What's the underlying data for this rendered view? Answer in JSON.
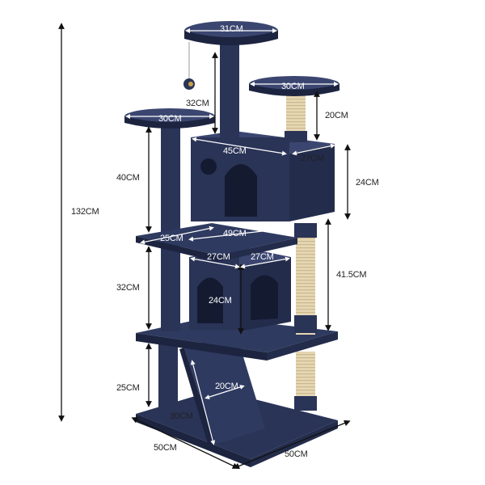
{
  "colors": {
    "fabric": "#2a3457",
    "fabric_dark": "#1c2440",
    "fabric_light": "#3b4670",
    "sisal": "#e6d7b4",
    "sisal_stripe": "#cbb88d",
    "arrow": "#111111"
  },
  "dimensions": {
    "total_height": "132CM",
    "top_perch_width": "31CM",
    "top_post_height": "32CM",
    "right_perch_width": "30CM",
    "right_post_height": "20CM",
    "left_perch_width": "30CM",
    "left_post_height": "40CM",
    "upper_condo_width": "45CM",
    "upper_condo_depth": "27CM",
    "upper_condo_height": "24CM",
    "middle_platform_depth": "25CM",
    "middle_platform_width": "49CM",
    "lower_condo_width": "27CM",
    "lower_condo_depth": "27CM",
    "lower_condo_height": "24CM",
    "lower_post_height": "32CM",
    "right_sisal_height": "41.5CM",
    "ramp_width": "20CM",
    "ramp_length": "30CM",
    "base_post_height": "25CM",
    "base_width": "50CM",
    "base_depth": "50CM"
  }
}
